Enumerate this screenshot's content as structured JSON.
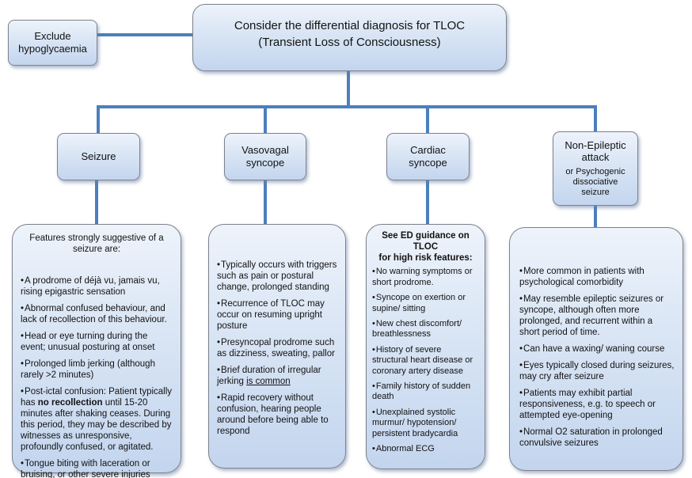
{
  "style": {
    "line_color": "#4c7fbc",
    "box_border_color": "#7d828b",
    "box_fill_top": "#eef3fb",
    "box_fill_bottom": "#c3d5ee",
    "bullet": "•"
  },
  "exclude_box": {
    "label": "Exclude\nhypoglycaemia"
  },
  "main_box": {
    "label": "Consider the differential diagnosis for TLOC\n(Transient Loss of Consciousness)"
  },
  "categories": {
    "seizure": {
      "label": "Seizure"
    },
    "vasovagal": {
      "label": "Vasovagal\nsyncope"
    },
    "cardiac": {
      "label": "Cardiac\nsyncope"
    },
    "non_epileptic": {
      "label": "Non-Epileptic\nattack",
      "sublabel": "or Psychogenic\ndissociative\nseizure"
    }
  },
  "seizure_details": {
    "header": "Features strongly suggestive of a\nseizure are:",
    "bullets": [
      "A prodrome of déjà vu, jamais vu, rising epigastric sensation",
      "Abnormal confused behaviour, and lack of recollection of this behaviour.",
      "Head or eye turning during the event; unusual posturing at onset",
      "Prolonged limb jerking (although rarely >2 minutes)",
      [
        {
          "t": "Post-ictal confusion: Patient typically has "
        },
        {
          "t": "no recollection",
          "style": "bold"
        },
        {
          "t": " until 15-20 minutes after shaking ceases. During this period, they may be described by witnesses as unresponsive, profoundly confused, or agitated."
        }
      ],
      "Tongue biting with laceration or bruising, or other severe injuries"
    ]
  },
  "vasovagal_details": {
    "bullets": [
      "Typically occurs with triggers such as pain or postural change, prolonged standing",
      "Recurrence of TLOC may occur on resuming upright posture",
      "Presyncopal prodrome such as dizziness, sweating, pallor",
      [
        {
          "t": "Brief duration of irregular jerking "
        },
        {
          "t": "is common",
          "style": "underline"
        }
      ],
      "Rapid recovery without confusion, hearing people around before being able to respond"
    ]
  },
  "cardiac_details": {
    "header": "See ED guidance on TLOC\nfor high risk features:",
    "bullets": [
      "No warning symptoms or short prodrome.",
      "Syncope on exertion or supine/ sitting",
      "New chest discomfort/ breathlessness",
      "History of severe structural heart disease or coronary artery disease",
      "Family history of sudden death",
      "Unexplained systolic murmur/ hypotension/ persistent bradycardia",
      "Abnormal ECG"
    ]
  },
  "non_epileptic_details": {
    "bullets": [
      "More common in patients with psychological comorbidity",
      "May resemble epileptic seizures or syncope, although often more prolonged, and recurrent within a short period of time.",
      "Can have a waxing/ waning course",
      "Eyes typically closed during seizures, may cry after seizure",
      "Patients may exhibit partial responsiveness, e.g. to speech or attempted eye-opening",
      "Normal O2 saturation in prolonged convulsive seizures"
    ]
  }
}
